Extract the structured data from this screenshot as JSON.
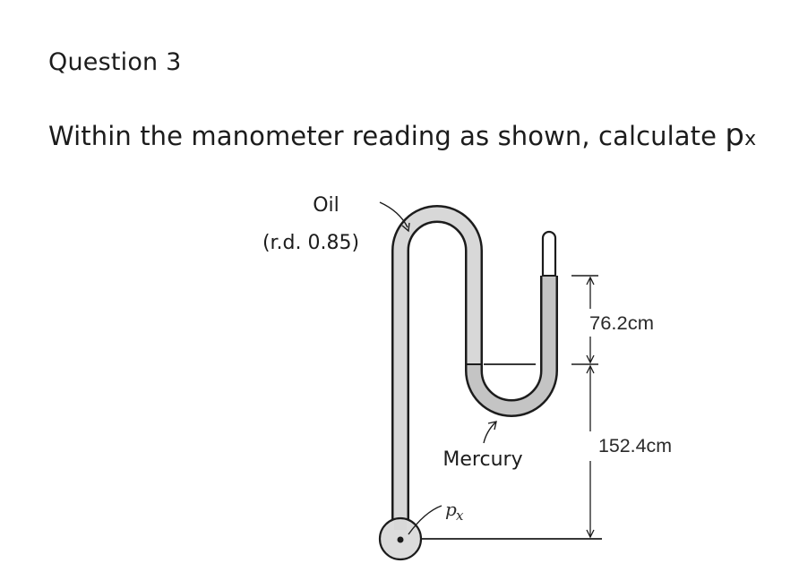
{
  "question": {
    "heading": "Question 3",
    "prompt_text": "Within the manometer reading as shown, calculate ",
    "prompt_var": "p",
    "prompt_sub": "x"
  },
  "diagram": {
    "oil_label": "Oil",
    "oil_rd_label": "(r.d. 0.85)",
    "mercury_label": "Mercury",
    "dim_upper": "76.2cm",
    "dim_lower": "152.4cm",
    "px_var": "p",
    "px_sub": "x"
  },
  "colors": {
    "ink": "#1c1c1c",
    "tube_fill": "#d8d8d8",
    "mercury_fill": "#c4c4c4"
  }
}
